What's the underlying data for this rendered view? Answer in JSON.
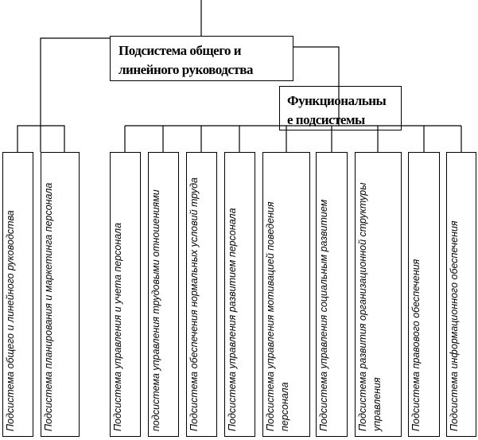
{
  "top_box": {
    "line1": "Подсистема общего и",
    "line2": "линейного руководства"
  },
  "functional_box": {
    "line1": "Функциональны",
    "line2": "е подсистемы"
  },
  "subsystems": [
    "Подсистема общего и линейного руководства",
    "Подсистема планирования и маркетинга персонала",
    "Подсистема управления и учета персонала",
    "подсистема управления трудовыми отношениями",
    "Подсистема обеспечения нормальных условий труда",
    "Подсистема управления развитием персонала",
    "Подсистема управления мотивацией поведения персонала",
    "Подсистема управления социальным развитием",
    "Подсистема развития организационной структуры управления",
    "Подсистема правового обеспечения",
    "Подсистема информационного обеспечения"
  ]
}
